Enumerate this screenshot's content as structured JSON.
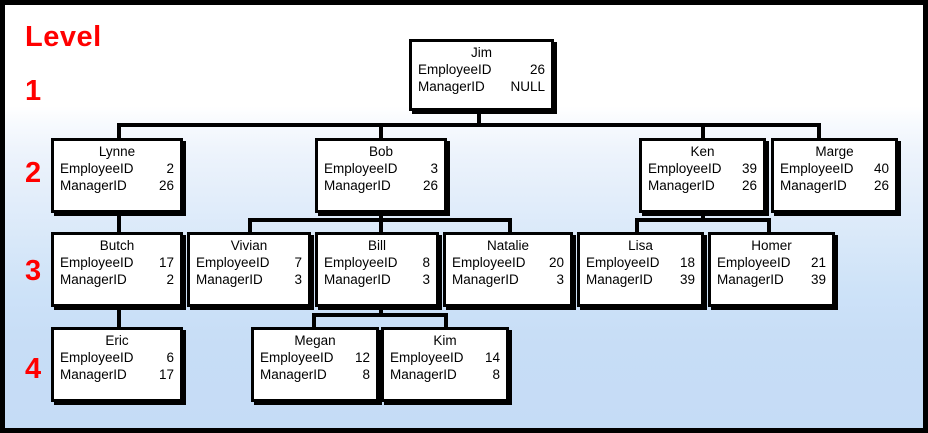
{
  "diagram": {
    "title": "Level",
    "level_labels": [
      "1",
      "2",
      "3",
      "4"
    ],
    "accent_color": "#ff0000",
    "node_border_color": "#000000",
    "node_fill_color": "#ffffff",
    "background_top_color": "#ffffff",
    "background_bottom_color": "#c5dcf6",
    "field_labels": {
      "employee_id": "EmployeeID",
      "manager_id": "ManagerID"
    },
    "nodes": [
      {
        "id": "jim",
        "name": "Jim",
        "employee_id": "26",
        "manager_id": "NULL",
        "level": "1"
      },
      {
        "id": "lynne",
        "name": "Lynne",
        "employee_id": "2",
        "manager_id": "26",
        "level": "2"
      },
      {
        "id": "bob",
        "name": "Bob",
        "employee_id": "3",
        "manager_id": "26",
        "level": "2"
      },
      {
        "id": "ken",
        "name": "Ken",
        "employee_id": "39",
        "manager_id": "26",
        "level": "2"
      },
      {
        "id": "marge",
        "name": "Marge",
        "employee_id": "40",
        "manager_id": "26",
        "level": "2"
      },
      {
        "id": "butch",
        "name": "Butch",
        "employee_id": "17",
        "manager_id": "2",
        "level": "3"
      },
      {
        "id": "vivian",
        "name": "Vivian",
        "employee_id": "7",
        "manager_id": "3",
        "level": "3"
      },
      {
        "id": "bill",
        "name": "Bill",
        "employee_id": "8",
        "manager_id": "3",
        "level": "3"
      },
      {
        "id": "natalie",
        "name": "Natalie",
        "employee_id": "20",
        "manager_id": "3",
        "level": "3"
      },
      {
        "id": "lisa",
        "name": "Lisa",
        "employee_id": "18",
        "manager_id": "39",
        "level": "3"
      },
      {
        "id": "homer",
        "name": "Homer",
        "employee_id": "21",
        "manager_id": "39",
        "level": "3"
      },
      {
        "id": "eric",
        "name": "Eric",
        "employee_id": "6",
        "manager_id": "17",
        "level": "4"
      },
      {
        "id": "megan",
        "name": "Megan",
        "employee_id": "12",
        "manager_id": "8",
        "level": "4"
      },
      {
        "id": "kim",
        "name": "Kim",
        "employee_id": "14",
        "manager_id": "8",
        "level": "4"
      }
    ]
  }
}
